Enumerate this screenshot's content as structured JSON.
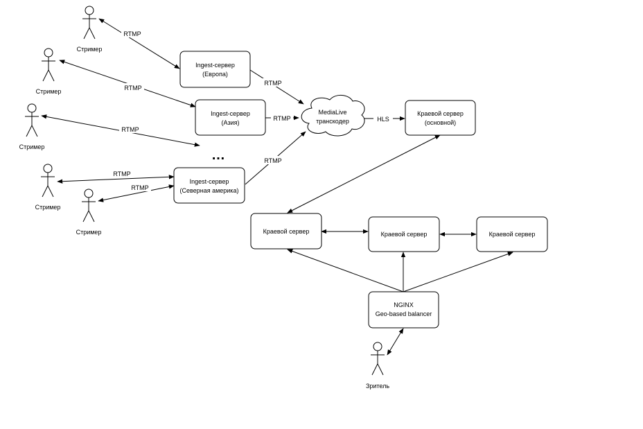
{
  "actors": {
    "streamer_1": "Стример",
    "streamer_2": "Стример",
    "streamer_3": "Стример",
    "streamer_4": "Стример",
    "streamer_5": "Стример",
    "viewer": "Зритель"
  },
  "nodes": {
    "ingest_europe": [
      "Ingest-сервер",
      "(Европа)"
    ],
    "ingest_asia": [
      "Ingest-сервер",
      "(Азия)"
    ],
    "ingest_na": [
      "Ingest-сервер",
      "(Северная америка)"
    ],
    "medialive": [
      "MediaLive",
      "транскодер"
    ],
    "edge_main": [
      "Краевой сервер",
      "(основной)"
    ],
    "edge_left": [
      "Краевой сервер"
    ],
    "edge_mid": [
      "Краевой сервер"
    ],
    "edge_right": [
      "Краевой сервер"
    ],
    "nginx": [
      "NGINX",
      "Geo-based balancer"
    ]
  },
  "edge_labels": {
    "s1_europe": "RTMP",
    "s2_asia": "RTMP",
    "s3_more": "RTMP",
    "s4_na": "RTMP",
    "s5_na": "RTMP",
    "europe_ml": "RTMP",
    "asia_ml": "RTMP",
    "na_ml": "RTMP",
    "ml_edge": "HLS"
  },
  "ellipsis": "…"
}
